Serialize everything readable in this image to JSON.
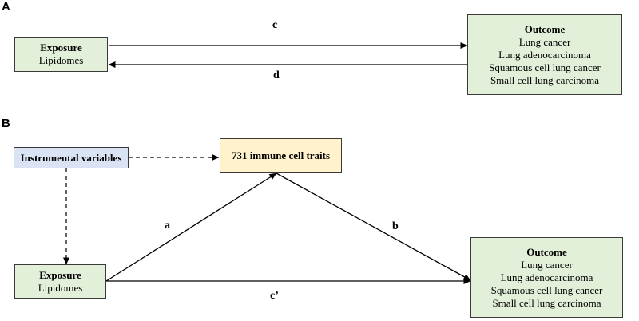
{
  "panel_a": {
    "label": "A",
    "exposure": {
      "title": "Exposure",
      "subtitle": "Lipidomes"
    },
    "outcome": {
      "title": "Outcome",
      "items": [
        "Lung cancer",
        "Lung adenocarcinoma",
        "Squamous cell lung cancer",
        "Small cell lung carcinoma"
      ]
    },
    "edge_c": "c",
    "edge_d": "d"
  },
  "panel_b": {
    "label": "B",
    "instrumental": "Instrumental variables",
    "immune": "731 immune cell traits",
    "exposure": {
      "title": "Exposure",
      "subtitle": "Lipidomes"
    },
    "outcome": {
      "title": "Outcome",
      "items": [
        "Lung cancer",
        "Lung adenocarcinoma",
        "Squamous cell lung cancer",
        "Small cell lung carcinoma"
      ]
    },
    "edge_a": "a",
    "edge_b": "b",
    "edge_c_prime": "c’"
  }
}
